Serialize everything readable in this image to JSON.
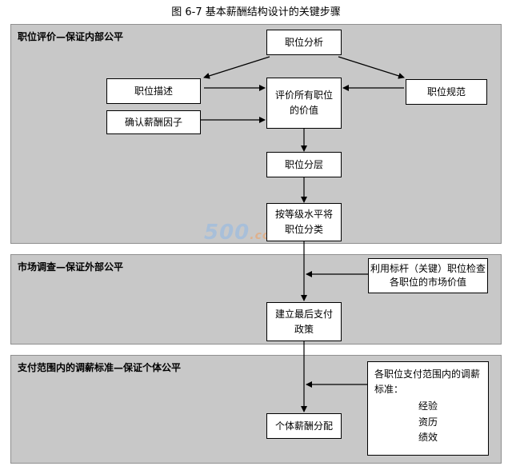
{
  "title": "图 6-7   基本薪酬结构设计的关键步骤",
  "panels": {
    "internal": "职位评价—保证内部公平",
    "external": "市场调查—保证外部公平",
    "individual": "支付范围内的调薪标准—保证个体公平"
  },
  "boxes": {
    "job_analysis": "职位分析",
    "job_description": "职位描述",
    "evaluate_jobs": [
      "评价所有职位",
      "的价值"
    ],
    "job_spec": "职位规范",
    "confirm_factors": "确认薪酬因子",
    "job_levels": "职位分层",
    "classify": [
      "按等级水平将",
      "职位分类"
    ],
    "benchmark": [
      "利用标杆（关键）职位检查",
      "各职位的市场价值"
    ],
    "final_policy": [
      "建立最后支付",
      "政策"
    ],
    "pay_standard": [
      "各职位支付范围内的调薪",
      "标准："
    ],
    "pay_items": [
      "经验",
      "资历",
      "绩效"
    ],
    "individual_pay": "个体薪酬分配"
  },
  "watermark": "500.com"
}
